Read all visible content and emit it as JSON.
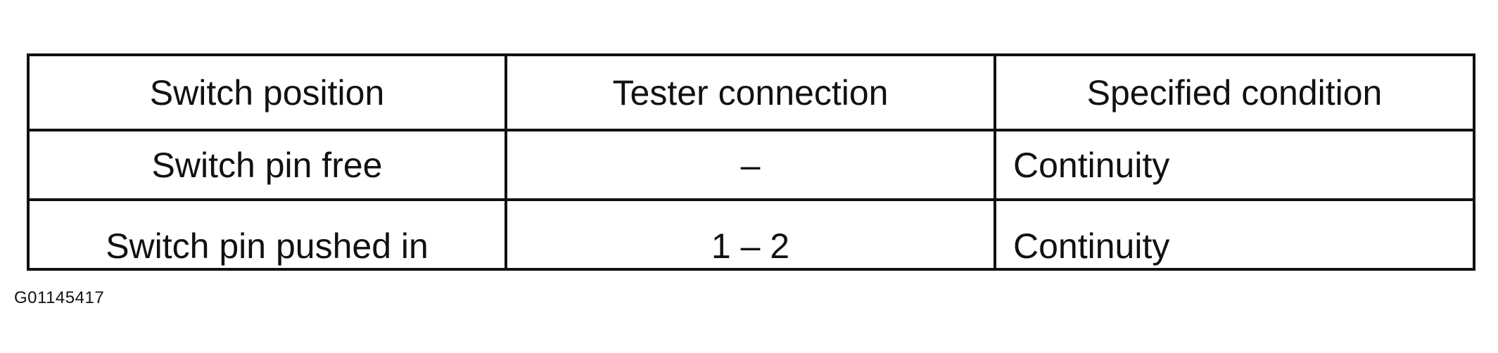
{
  "table": {
    "headers": [
      "Switch position",
      "Tester connection",
      "Specified condition"
    ],
    "rows": [
      [
        "Switch pin free",
        "–",
        "Continuity"
      ],
      [
        "Switch pin pushed in",
        "1 – 2",
        "Continuity"
      ]
    ]
  },
  "figure_id": "G01145417"
}
